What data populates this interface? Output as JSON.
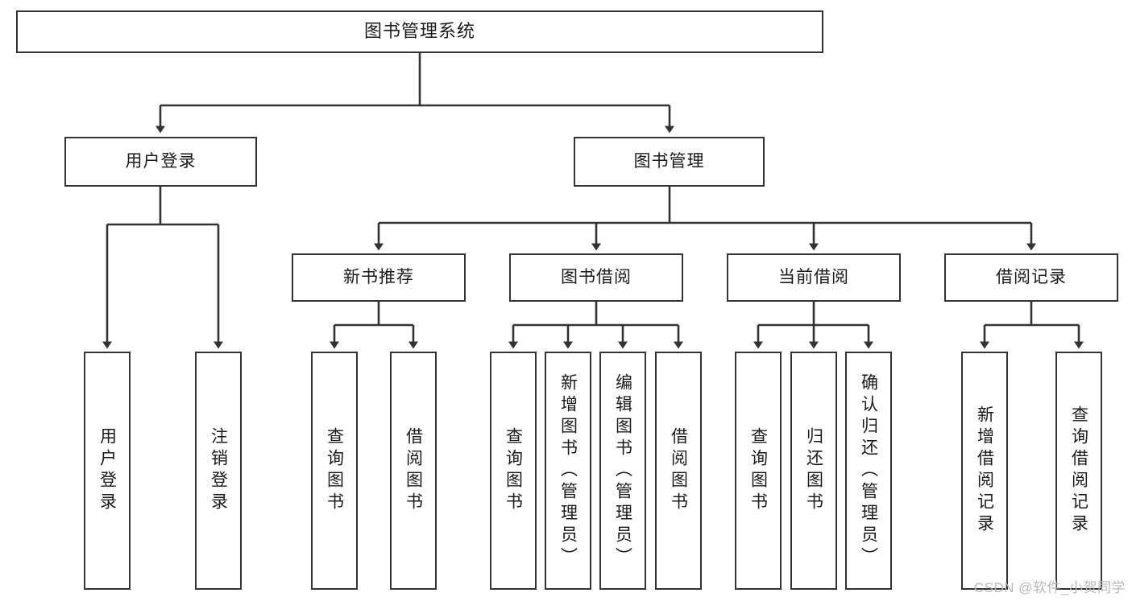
{
  "diagram": {
    "type": "tree",
    "title": "图书管理系统",
    "watermark": "CSDN @软件_小贺同学",
    "colors": {
      "box_border": "#333333",
      "box_fill": "#ffffff",
      "line": "#333333",
      "text": "#1a1a1a",
      "watermark": "#b9b9b9",
      "background": "#ffffff"
    },
    "levels": {
      "root": {
        "label": "图书管理系统"
      },
      "level2": [
        {
          "id": "user-login",
          "label": "用户登录"
        },
        {
          "id": "book-manage",
          "label": "图书管理"
        }
      ],
      "level3": [
        {
          "id": "new-book-recommend",
          "label": "新书推荐",
          "parent": "book-manage"
        },
        {
          "id": "book-borrow",
          "label": "图书借阅",
          "parent": "book-manage"
        },
        {
          "id": "current-borrow",
          "label": "当前借阅",
          "parent": "book-manage"
        },
        {
          "id": "borrow-record",
          "label": "借阅记录",
          "parent": "book-manage"
        }
      ],
      "leaves": [
        {
          "id": "leaf-user-login",
          "label": "用户登录",
          "parent": "user-login"
        },
        {
          "id": "leaf-user-logout",
          "label": "注销登录",
          "parent": "user-login"
        },
        {
          "id": "leaf-query-book-1",
          "label": "查询图书",
          "parent": "new-book-recommend"
        },
        {
          "id": "leaf-borrow-book-1",
          "label": "借阅图书",
          "parent": "new-book-recommend"
        },
        {
          "id": "leaf-query-book-2",
          "label": "查询图书",
          "parent": "book-borrow"
        },
        {
          "id": "leaf-add-book",
          "label": "新增图书（管理员）",
          "parent": "book-borrow"
        },
        {
          "id": "leaf-edit-book",
          "label": "编辑图书（管理员）",
          "parent": "book-borrow"
        },
        {
          "id": "leaf-borrow-book-2",
          "label": "借阅图书",
          "parent": "book-borrow"
        },
        {
          "id": "leaf-query-book-3",
          "label": "查询图书",
          "parent": "current-borrow"
        },
        {
          "id": "leaf-return-book",
          "label": "归还图书",
          "parent": "current-borrow"
        },
        {
          "id": "leaf-confirm-return",
          "label": "确认归还（管理员）",
          "parent": "current-borrow"
        },
        {
          "id": "leaf-add-record",
          "label": "新增借阅记录",
          "parent": "borrow-record"
        },
        {
          "id": "leaf-query-record",
          "label": "查询借阅记录",
          "parent": "borrow-record"
        }
      ]
    }
  }
}
